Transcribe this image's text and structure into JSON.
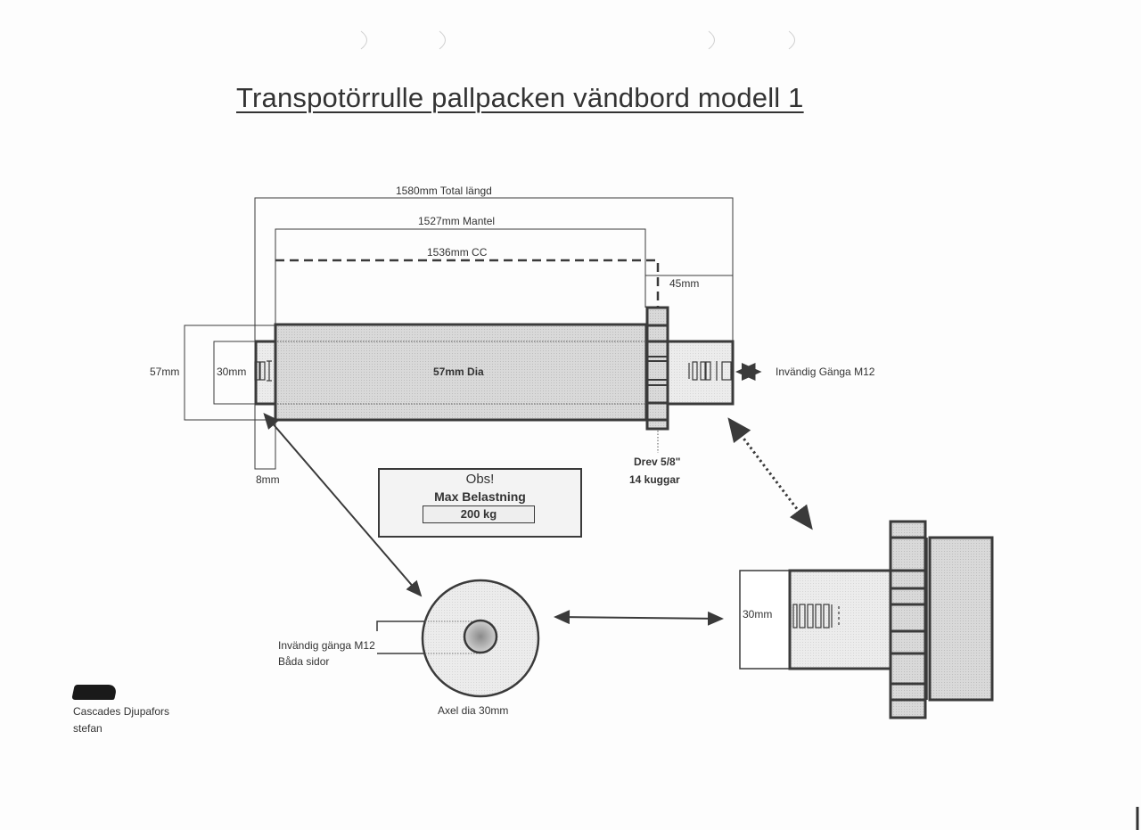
{
  "document": {
    "title": "Transpotörrulle pallpacken vändbord modell 1",
    "dimensions": {
      "total_length": "1580mm Total längd",
      "mantel": "1527mm Mantel",
      "cc": "1536mm CC",
      "sprocket_offset": "45mm",
      "outer_diameter": "57mm",
      "shaft_diameter": "30mm",
      "shaft_end": "8mm",
      "roller_dia": "57mm Dia"
    },
    "thread_right": "Invändig Gänga M12",
    "sprocket": {
      "line1": "Drev 5/8\"",
      "line2": "14 kuggar"
    },
    "notice": {
      "title": "Obs!",
      "subtitle": "Max Belastning",
      "value": "200 kg"
    },
    "end_view": {
      "thread_line1": "Invändig gänga M12",
      "thread_line2": "Båda sidor",
      "caption": "Axel dia 30mm"
    },
    "detail_view": {
      "shaft_label": "30mm"
    },
    "footer": {
      "company": "Cascades Djupafors",
      "author": "stefan"
    }
  }
}
